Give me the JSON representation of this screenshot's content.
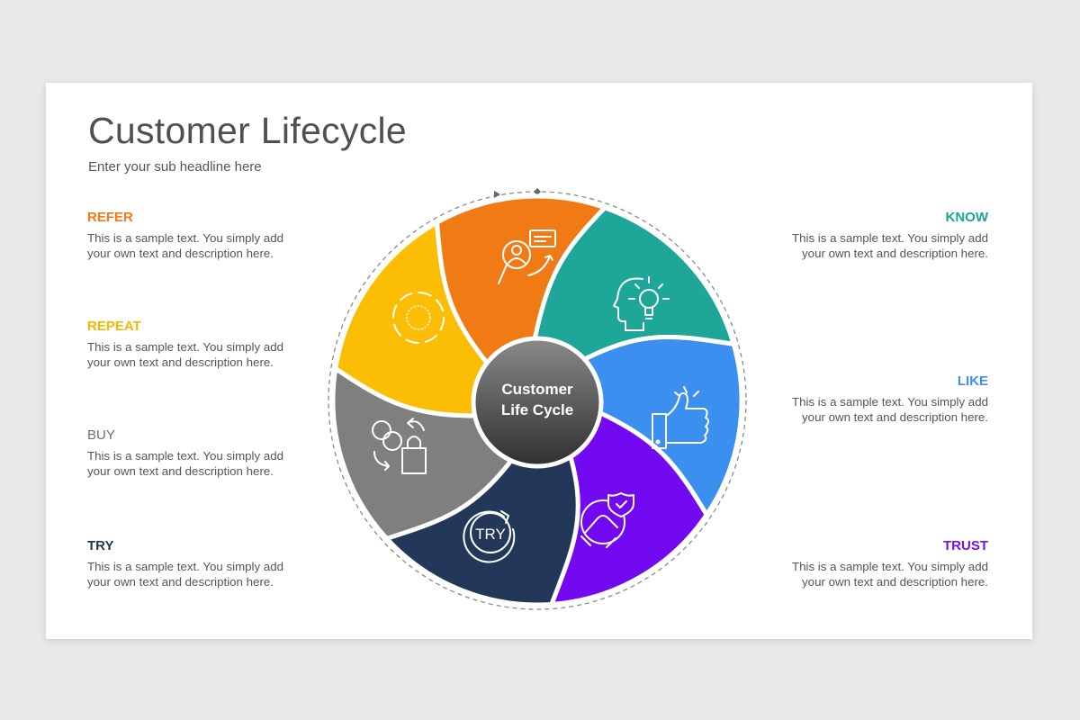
{
  "title": "Customer Lifecycle",
  "subtitle": "Enter your sub headline here",
  "center_label": [
    "Customer",
    "Life Cycle"
  ],
  "stages": [
    {
      "id": "refer",
      "label": "REFER",
      "text": [
        "This is a sample text. You simply add",
        "your own text and description here."
      ],
      "color": "#F07A14",
      "icon": "customer-search-icon"
    },
    {
      "id": "repeat",
      "label": "REPEAT",
      "text": [
        "This is a sample text. You simply add",
        "your own text and description here."
      ],
      "color": "#FCBD05",
      "icon": "cycle-arrows-icon"
    },
    {
      "id": "buy",
      "label": "BUY",
      "text": [
        "This is a sample text. You simply add",
        "your own text and description here."
      ],
      "color": "#7F7F7F",
      "icon": "money-shopping-bag-icon"
    },
    {
      "id": "try",
      "label": "TRY",
      "text": [
        "This is a sample text. You simply add",
        "your own text and description here."
      ],
      "color": "#233759",
      "icon": "try-cycle-icon",
      "icon_text": "TRY"
    },
    {
      "id": "know",
      "label": "KNOW",
      "text": [
        "This is a sample text. You simply add",
        "your own text and description here."
      ],
      "color": "#1EA699",
      "icon": "head-lightbulb-icon"
    },
    {
      "id": "like",
      "label": "LIKE",
      "text": [
        "This is a sample text. You simply add",
        "your own text and description here."
      ],
      "color": "#3B8FEE",
      "icon": "thumbs-up-icon"
    },
    {
      "id": "trust",
      "label": "TRUST",
      "text": [
        "This is a sample text. You simply add",
        "your own text and description here."
      ],
      "color": "#7209F0",
      "icon": "handshake-shield-icon"
    }
  ],
  "heading_colors": {
    "refer": "#F07A14",
    "repeat": "#F5B800",
    "buy": "#6F6F6F",
    "try": "#1F3658",
    "know": "#1AA59A",
    "like": "#3D8FF0",
    "trust": "#7B0FF0"
  }
}
